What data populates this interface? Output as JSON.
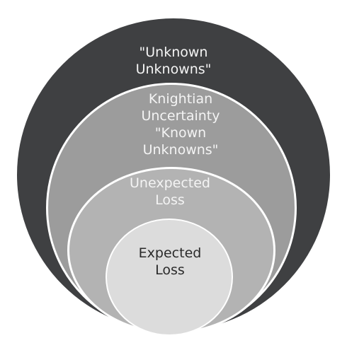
{
  "diagram": {
    "rings": [
      {
        "lines": [
          "\"Unknown",
          "Unknowns\""
        ],
        "color": "#3f4042"
      },
      {
        "lines": [
          "Knightian",
          "Uncertainty",
          "\"Known",
          "Unknowns\""
        ],
        "color": "#9c9c9c"
      },
      {
        "lines": [
          "Unexpected",
          "Loss"
        ],
        "color": "#b3b3b3"
      },
      {
        "lines": [
          "Expected",
          "Loss"
        ],
        "color": "#dcdcdc"
      }
    ]
  }
}
